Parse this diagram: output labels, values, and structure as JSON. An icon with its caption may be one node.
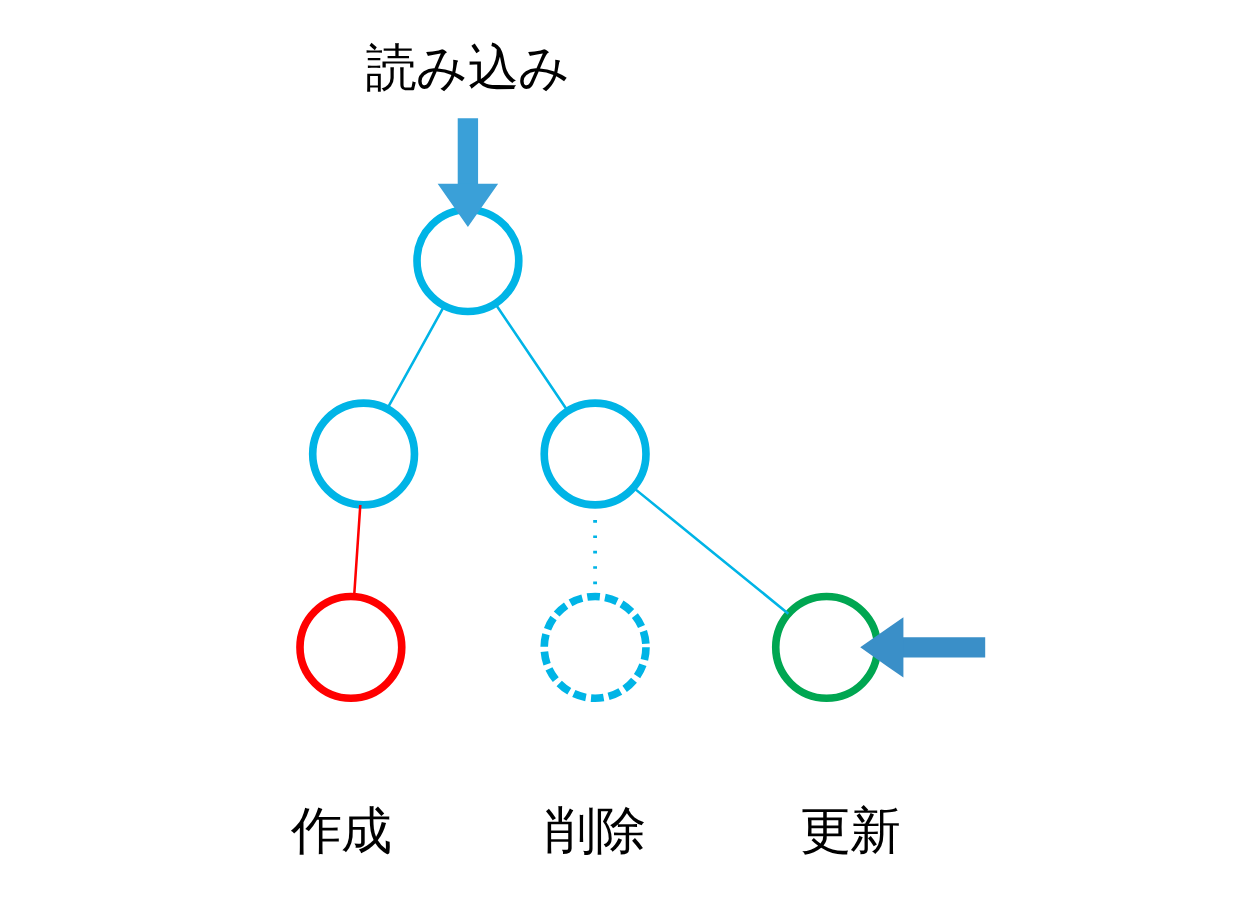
{
  "diagram": {
    "nodes": [
      {
        "text": [
          "読み込み"
        ]
      },
      {
        "text": [],
        "shape": "circle"
      },
      {
        "text": [],
        "shape": "circle"
      },
      {
        "text": [],
        "shape": "circle"
      },
      {
        "text": [],
        "shape": "circle",
        "beside": [
          "作成"
        ]
      },
      {
        "text": [],
        "shape": "circle",
        "beside": [
          "削除"
        ]
      },
      {
        "text": [],
        "shape": "circle",
        "beside": [
          "更新"
        ]
      }
    ],
    "edges": [
      {
        "from": 0,
        "to": 1,
        "arrow": "to",
        "style": "thick",
        "color": "#3aa0d8"
      },
      {
        "from": 1,
        "to": 2,
        "arrow": "none"
      },
      {
        "from": 1,
        "to": 3,
        "arrow": "none"
      },
      {
        "from": 2,
        "to": 4,
        "arrow": "none",
        "color": "#ff0000"
      },
      {
        "from": 3,
        "to": 5,
        "arrow": "none",
        "style": "dashed"
      },
      {
        "from": 3,
        "to": 6,
        "arrow": "none"
      },
      {
        "from": null,
        "to": 6,
        "arrow": "to",
        "style": "thick",
        "color": "#3a8fc8"
      }
    ]
  }
}
